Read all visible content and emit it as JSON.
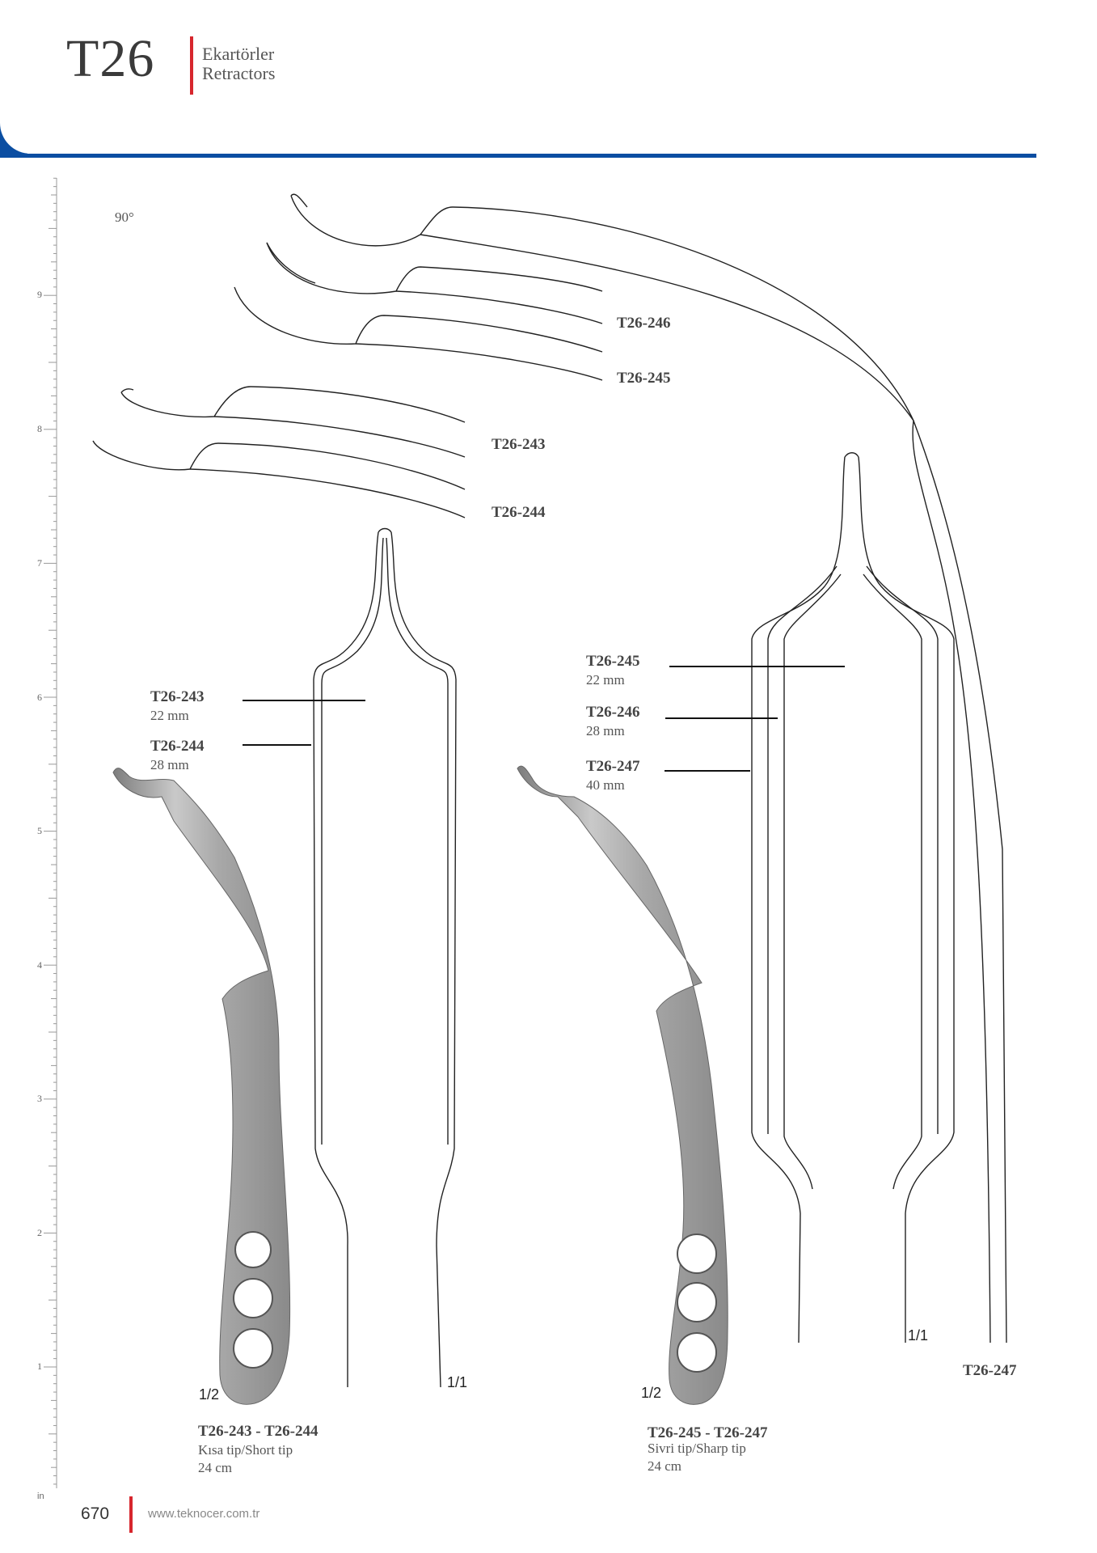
{
  "header": {
    "code": "T26",
    "subtitle_tr": "Ekartörler",
    "subtitle_en": "Retractors"
  },
  "ruler": {
    "unit": "in",
    "numbers": [
      "9",
      "8",
      "7",
      "6",
      "5",
      "4",
      "3",
      "2",
      "1"
    ]
  },
  "top_view": {
    "angle": "90°",
    "labels": {
      "t26_246": "T26-246",
      "t26_245": "T26-245",
      "t26_243": "T26-243",
      "t26_244": "T26-244"
    }
  },
  "left_group": {
    "callouts": [
      {
        "code": "T26-243",
        "size": "22  mm"
      },
      {
        "code": "T26-244",
        "size": "28  mm"
      }
    ],
    "scale_photo": "1/2",
    "scale_drawing": "1/1",
    "caption": {
      "codes": "T26-243 - T26-244",
      "tip": "Kısa tip/Short tip",
      "length": "24 cm"
    }
  },
  "right_group": {
    "callouts": [
      {
        "code": "T26-245",
        "size": "22  mm"
      },
      {
        "code": "T26-246",
        "size": "28  mm"
      },
      {
        "code": "T26-247",
        "size": "40  mm"
      }
    ],
    "scale_photo": "1/2",
    "scale_drawing": "1/1",
    "side_label": "T26-247",
    "caption": {
      "codes": "T26-245 - T26-247",
      "tip": "Sivri tip/Sharp tip",
      "length": "24 cm"
    }
  },
  "footer": {
    "page": "670",
    "url": "www.teknocer.com.tr"
  },
  "colors": {
    "brand_blue": "#0b4ea2",
    "accent_red": "#d7262d"
  }
}
